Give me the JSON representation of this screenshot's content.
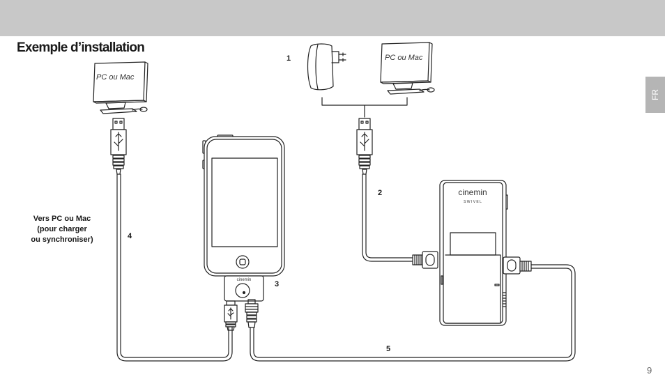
{
  "header": {
    "title": "Exemple d’installation"
  },
  "side_tab": {
    "label": "FR"
  },
  "diagram": {
    "monitor_label_left": "PC ou Mac",
    "monitor_label_right": "PC ou Mac",
    "callouts": {
      "c1": "1",
      "c2": "2",
      "c3": "3",
      "c4": "4",
      "c5": "5"
    },
    "note_lines": [
      "Vers PC ou Mac",
      "(pour charger",
      "ou synchroniser)"
    ],
    "dock_brand": "cinemin",
    "projector_brand": "cinemin",
    "projector_model": "S W I V E L"
  },
  "footer": {
    "page_number": "9"
  },
  "colors": {
    "band": "#c8c8c8",
    "tab": "#b5b5b5",
    "line": "#222222"
  }
}
